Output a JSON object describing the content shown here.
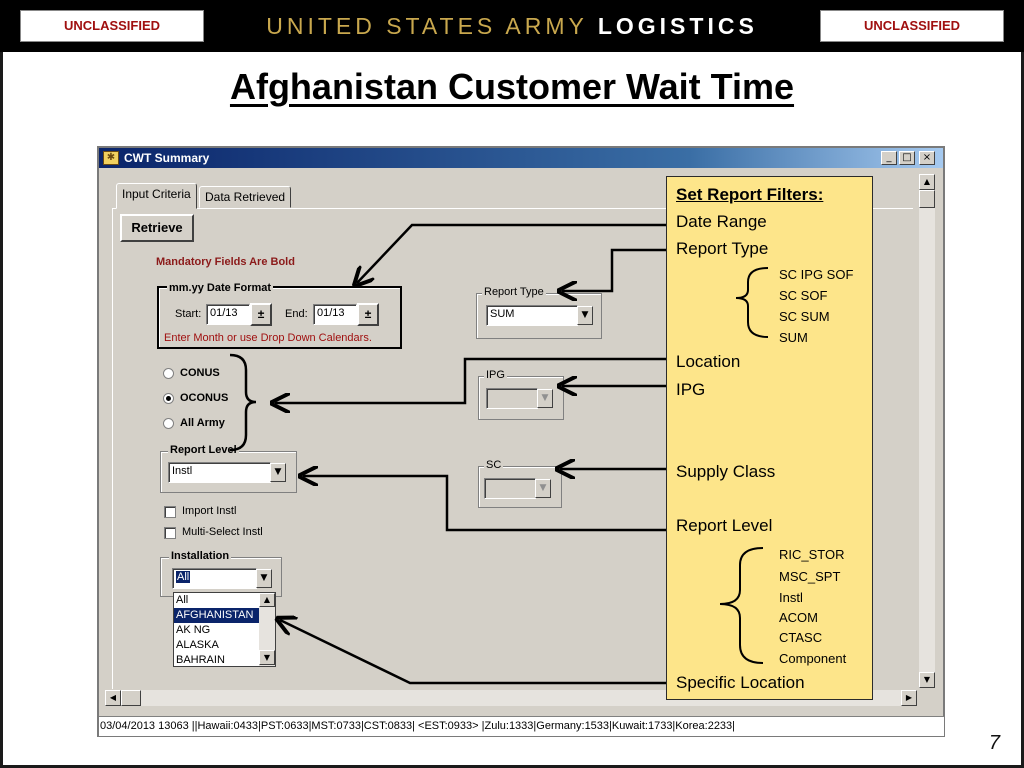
{
  "slide": {
    "classification_left": "UNCLASSIFIED",
    "classification_right": "UNCLASSIFIED",
    "banner_prefix": "UNITED STATES ARMY",
    "banner_suffix": "LOGISTICS",
    "title": "Afghanistan Customer Wait Time",
    "page_number": "7"
  },
  "window": {
    "title": "CWT Summary",
    "controls": {
      "minimize": "_",
      "maximize": "□",
      "close": "×"
    }
  },
  "tabs": [
    {
      "label": "Input Criteria",
      "active": true
    },
    {
      "label": "Data Retrieved",
      "active": false
    }
  ],
  "form": {
    "retrieve_label": "Retrieve",
    "mandatory_note": "Mandatory Fields Are Bold",
    "date_group": {
      "label": "mm.yy Date Format",
      "start_label": "Start:",
      "start_value": "01/13",
      "end_label": "End:",
      "end_value": "01/13",
      "hint": "Enter Month or use Drop Down Calendars."
    },
    "report_type": {
      "label": "Report Type",
      "value": "SUM"
    },
    "location_options": [
      {
        "label": "CONUS",
        "selected": false
      },
      {
        "label": "OCONUS",
        "selected": true
      },
      {
        "label": "All Army",
        "selected": false
      }
    ],
    "ipg": {
      "label": "IPG",
      "value": ""
    },
    "sc": {
      "label": "SC",
      "value": ""
    },
    "report_level": {
      "label": "Report Level",
      "value": "Instl"
    },
    "import_instl_label": "Import Instl",
    "multi_select_label": "Multi-Select Instl",
    "installation": {
      "label": "Installation",
      "value": "All",
      "list": [
        "All",
        "AFGHANISTAN",
        "AK NG",
        "ALASKA",
        "BAHRAIN"
      ],
      "selected_index": 1
    }
  },
  "status_bar": "03/04/2013 13063 ||Hawaii:0433|PST:0633|MST:0733|CST:0833| <EST:0933> |Zulu:1333|Germany:1533|Kuwait:1733|Korea:2233|",
  "callout": {
    "header": "Set Report Filters:",
    "date_range": "Date Range",
    "report_type": "Report Type",
    "report_type_options": [
      "SC IPG SOF",
      "SC SOF",
      "SC SUM",
      "SUM"
    ],
    "location": "Location",
    "ipg": "IPG",
    "supply_class": "Supply Class",
    "report_level": "Report Level",
    "report_level_options": [
      "RIC_STOR",
      "MSC_SPT",
      "Instl",
      "ACOM",
      "CTASC",
      "Component"
    ],
    "specific_location": "Specific Location"
  },
  "colors": {
    "title_bar": "#0a246a",
    "callout_fill": "#fde58a",
    "mandatory_text": "#8b1a1a",
    "banner_gold": "#c9a84e",
    "classification_red": "#a01010"
  }
}
